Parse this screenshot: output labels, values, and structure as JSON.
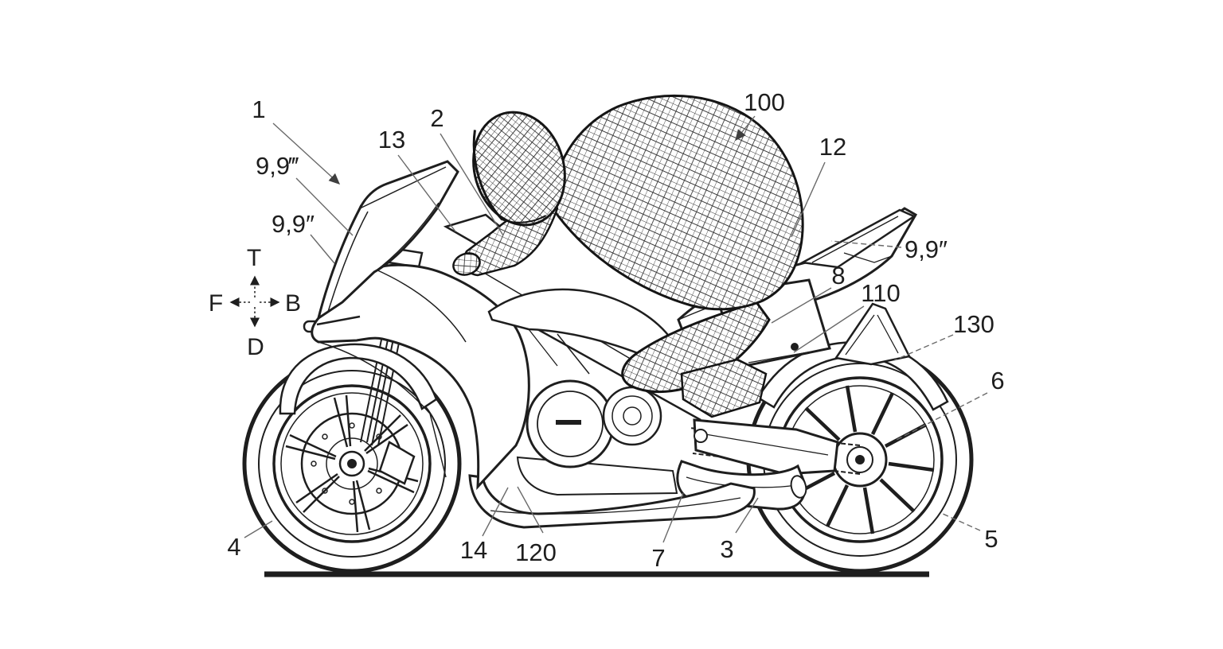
{
  "figure": {
    "kind": "patent-line-drawing",
    "subject": "sport motorcycle side view with tucked wireframe rider",
    "background_color": "#ffffff",
    "ink_color": "#1e1e1e",
    "leader_color": "#6a6a6a"
  },
  "orientation_cross": {
    "top": "T",
    "bottom": "D",
    "left": "F",
    "right": "B"
  },
  "labels": {
    "l1": {
      "text": "1"
    },
    "l99t": {
      "text": "9,9‴"
    },
    "l99dl": {
      "text": "9,9″"
    },
    "l13": {
      "text": "13"
    },
    "l2": {
      "text": "2"
    },
    "l100": {
      "text": "100"
    },
    "l12": {
      "text": "12"
    },
    "l99dr": {
      "text": "9,9″"
    },
    "l8": {
      "text": "8"
    },
    "l110": {
      "text": "110"
    },
    "l130": {
      "text": "130"
    },
    "l6": {
      "text": "6"
    },
    "l5": {
      "text": "5"
    },
    "l4": {
      "text": "4"
    },
    "l14": {
      "text": "14"
    },
    "l120": {
      "text": "120"
    },
    "l7": {
      "text": "7"
    },
    "l3": {
      "text": "3"
    }
  }
}
